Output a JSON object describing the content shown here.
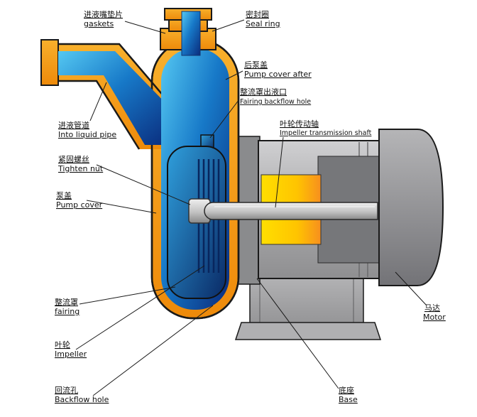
{
  "diagram": {
    "title": "magnetic pump cross-section diagram",
    "labels": {
      "gaskets": {
        "zh": "进液嘴垫片",
        "en": "gaskets"
      },
      "seal_ring": {
        "zh": "密封圈",
        "en": "Seal ring"
      },
      "pump_cover_after": {
        "zh": "后泵盖",
        "en": "Pump cover after"
      },
      "fairing_outlet": {
        "zh": "整流罩出液口",
        "en": "Fairing backflow hole"
      },
      "into_liquid_pipe": {
        "zh": "进液管道",
        "en": "Into liquid pipe"
      },
      "tighten_nut": {
        "zh": "紧固螺丝",
        "en": "Tighten nut"
      },
      "pump_cover": {
        "zh": "泵盖",
        "en": "Pump cover"
      },
      "impeller_shaft": {
        "zh": "叶轮传动轴",
        "en": "Impeller transmission shaft"
      },
      "fairing": {
        "zh": "整流罩",
        "en": "fairing"
      },
      "impeller": {
        "zh": "叶轮",
        "en": "Impeller"
      },
      "backflow_hole": {
        "zh": "回流孔",
        "en": "Backflow hole"
      },
      "base": {
        "zh": "底座",
        "en": "Base"
      },
      "motor": {
        "zh": "马达",
        "en": "Motor"
      }
    },
    "colors": {
      "casing_orange": "#ee8a0a",
      "liquid_light": "#55c8f2",
      "liquid_dark": "#0a2b7c",
      "magnet_yellow": "#ffdf00",
      "magnet_orange": "#f78f1e",
      "motor_gray": "#8f8f91",
      "cap_gray": "#737377",
      "base_gray": "#939395",
      "outline": "#1a1a1a"
    }
  }
}
